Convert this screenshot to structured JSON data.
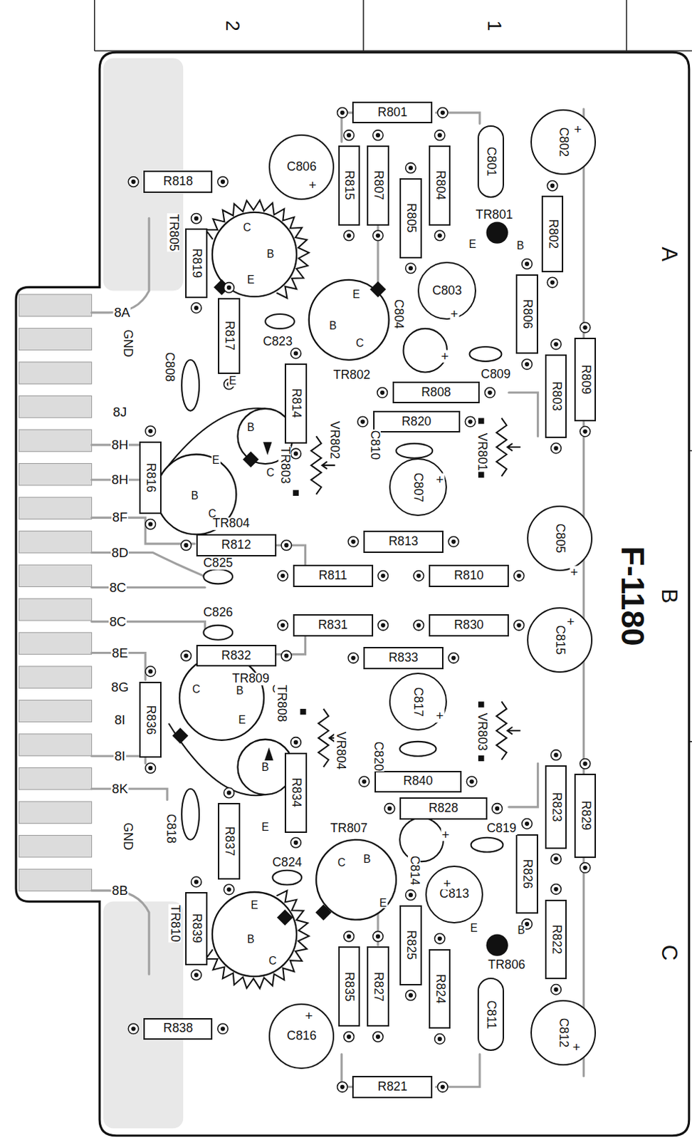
{
  "diagram": {
    "nodes": [
      {
        "text": [
          "R801"
        ]
      },
      {
        "text": [
          "C801"
        ]
      },
      {
        "text": [
          "C802"
        ]
      },
      {
        "text": [
          "C806"
        ]
      },
      {
        "text": [
          "R818"
        ]
      },
      {
        "text": [
          "R815"
        ]
      },
      {
        "text": [
          "R807"
        ]
      },
      {
        "text": [
          "R804"
        ]
      },
      {
        "text": [
          "R805"
        ]
      },
      {
        "text": [
          "R802"
        ]
      },
      {
        "text": [
          "R819"
        ]
      },
      {
        "text": [
          "C803"
        ]
      },
      {
        "text": [
          "R806"
        ]
      },
      {
        "text": [
          "R817"
        ]
      },
      {
        "text": [
          "R809"
        ]
      },
      {
        "text": [
          "R803"
        ]
      },
      {
        "text": [
          "R814"
        ]
      },
      {
        "text": [
          "R808"
        ]
      },
      {
        "text": [
          "R820"
        ]
      },
      {
        "text": [
          "C807"
        ]
      },
      {
        "text": [
          "R816"
        ]
      },
      {
        "text": [
          "C805"
        ]
      },
      {
        "text": [
          "R812"
        ]
      },
      {
        "text": [
          "R813"
        ]
      },
      {
        "text": [
          "R811"
        ]
      },
      {
        "text": [
          "R810"
        ]
      },
      {
        "text": [
          "R831"
        ]
      },
      {
        "text": [
          "R830"
        ]
      },
      {
        "text": [
          "C815"
        ]
      },
      {
        "text": [
          "R832"
        ]
      },
      {
        "text": [
          "R833"
        ]
      },
      {
        "text": [
          "C817"
        ]
      },
      {
        "text": [
          "R836"
        ]
      },
      {
        "text": [
          "R840"
        ]
      },
      {
        "text": [
          "R834"
        ]
      },
      {
        "text": [
          "R828"
        ]
      },
      {
        "text": [
          "R823"
        ]
      },
      {
        "text": [
          "R829"
        ]
      },
      {
        "text": [
          "R837"
        ]
      },
      {
        "text": [
          "R826"
        ]
      },
      {
        "text": [
          "C813"
        ]
      },
      {
        "text": [
          "R839"
        ]
      },
      {
        "text": [
          "R822"
        ]
      },
      {
        "text": [
          "R825"
        ]
      },
      {
        "text": [
          "R835"
        ]
      },
      {
        "text": [
          "R827"
        ]
      },
      {
        "text": [
          "R824"
        ]
      },
      {
        "text": [
          "C811"
        ]
      },
      {
        "text": [
          "C812"
        ]
      },
      {
        "text": [
          "C816"
        ]
      },
      {
        "text": [
          "R838"
        ]
      },
      {
        "text": [
          "R821"
        ]
      }
    ],
    "labels": [
      "2",
      "1",
      "A",
      "B",
      "C",
      "F-1180",
      "TR801",
      "E",
      "B",
      "TR805",
      "C",
      "B",
      "E",
      "+",
      "+",
      "C823",
      "TR802",
      "E",
      "B",
      "C",
      "C804",
      "+",
      "C809",
      "C808",
      "E",
      "B",
      "C",
      "TR803",
      "VR802",
      "C810",
      "VR801",
      "+",
      "E",
      "B",
      "C",
      "TR804",
      "+",
      "C825",
      "C826",
      "+",
      "TR809",
      "C",
      "B",
      "E",
      "C",
      "TR808",
      "B",
      "E",
      "+",
      "C820",
      "VR804",
      "VR803",
      "C818",
      "TR807",
      "C",
      "B",
      "E",
      "+",
      "C814",
      "C819",
      "C824",
      "+",
      "TR810",
      "E",
      "B",
      "C",
      "E",
      "B",
      "TR806",
      "+",
      "+",
      "+",
      "8A",
      "GND",
      "8J",
      "8H",
      "8H",
      "8F",
      "8D",
      "8C",
      "8C",
      "8E",
      "8G",
      "8I",
      "8I",
      "8K",
      "GND",
      "8B"
    ]
  }
}
